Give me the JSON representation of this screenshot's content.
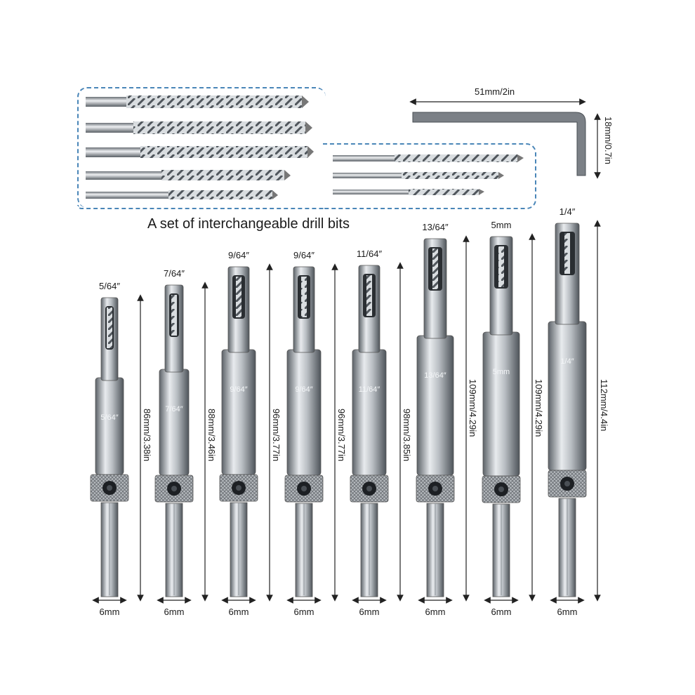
{
  "title": "A set of interchangeable drill bits",
  "wrench": {
    "width_label": "51mm/2in",
    "height_label": "18mm/0.7in"
  },
  "bits": [
    {
      "size": "5/64″",
      "length": "86mm/3.38in",
      "shank": "6mm"
    },
    {
      "size": "7/64″",
      "length": "88mm/3.46in",
      "shank": "6mm"
    },
    {
      "size": "9/64″",
      "length": "96mm/3.77in",
      "shank": "6mm"
    },
    {
      "size": "9/64″",
      "length": "96mm/3.77in",
      "shank": "6mm"
    },
    {
      "size": "11/64″",
      "length": "98mm/3.85in",
      "shank": "6mm"
    },
    {
      "size": "13/64″",
      "length": "109mm/4.29in",
      "shank": "6mm"
    },
    {
      "size": "5mm",
      "length": "109mm/4.29in",
      "shank": "6mm"
    },
    {
      "size": "1/4″",
      "length": "112mm/4.4in",
      "shank": "6mm"
    }
  ],
  "colors": {
    "dash": "#4a86b8",
    "steel": "#9aa0a6",
    "steel_dark": "#3d4247"
  }
}
